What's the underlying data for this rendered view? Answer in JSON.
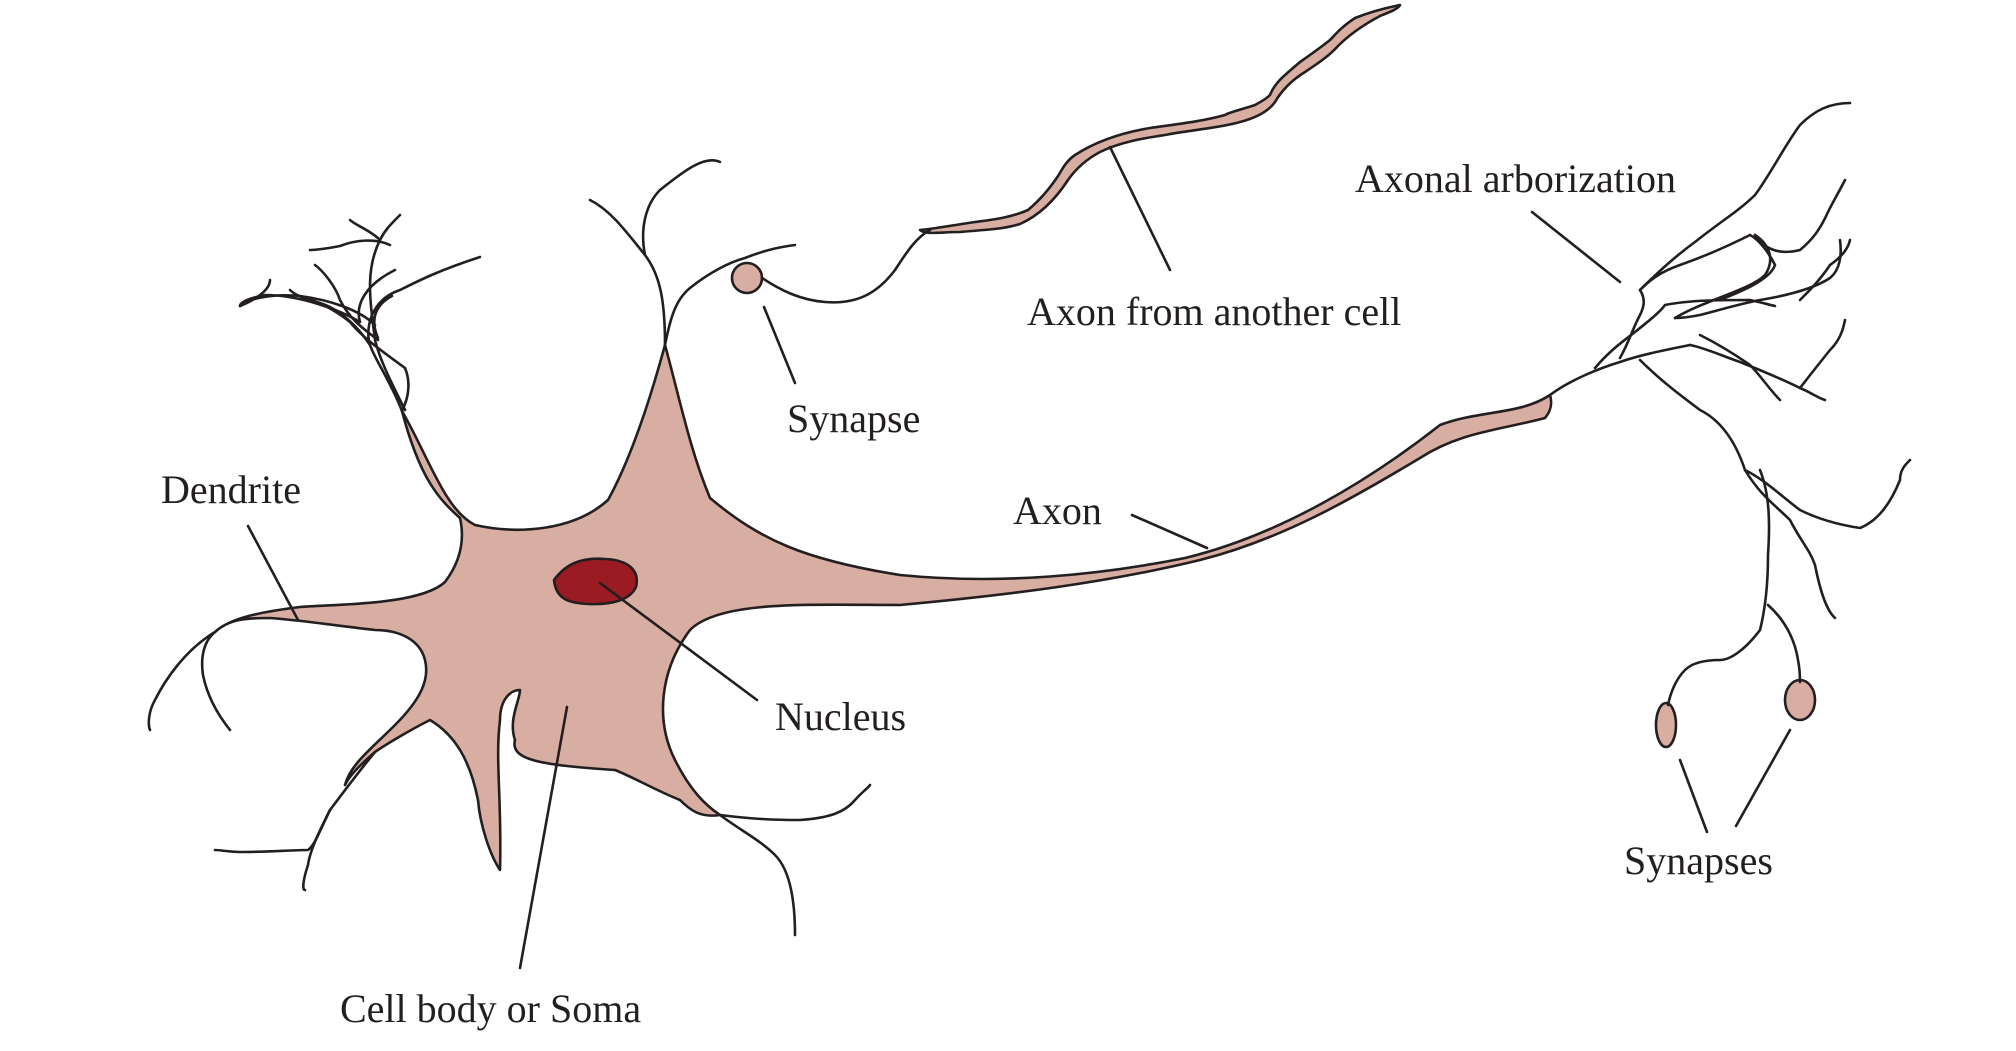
{
  "diagram": {
    "labels": {
      "dendrite": "Dendrite",
      "synapse": "Synapse",
      "axon_from_another_cell": "Axon from another cell",
      "axonal_arborization": "Axonal arborization",
      "axon": "Axon",
      "nucleus": "Nucleus",
      "synapses": "Synapses",
      "cell_body": "Cell body or Soma"
    },
    "colors": {
      "cell_fill": "#d8aea2",
      "nucleus_fill": "#9b1b22",
      "outline": "#231f20",
      "text": "#231f20",
      "background": "#ffffff"
    }
  }
}
